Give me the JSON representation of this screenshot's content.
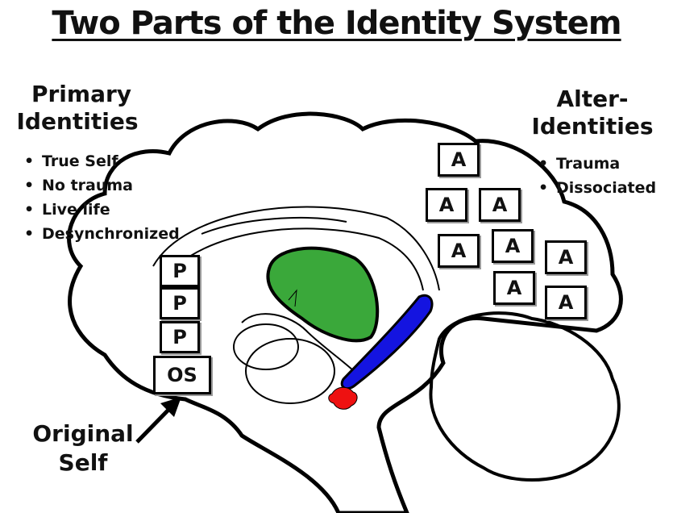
{
  "title": "Two Parts of the Identity System",
  "primary": {
    "heading_line1": "Primary",
    "heading_line2": "Identities",
    "bullets": [
      "True Self",
      "No trauma",
      "Live life",
      "Desynchronized"
    ]
  },
  "alter": {
    "heading_line1": "Alter-",
    "heading_line2": "Identities",
    "bullets": [
      "Trauma",
      "Dissociated"
    ]
  },
  "boxes": {
    "primary_label": "P",
    "original_label": "OS",
    "alter_label": "A"
  },
  "original_self": {
    "line1": "Original",
    "line2": "Self"
  },
  "colors": {
    "thalamus": "#3aa83a",
    "brainstem_tract": "#1414e0",
    "pituitary": "#ee1111"
  }
}
